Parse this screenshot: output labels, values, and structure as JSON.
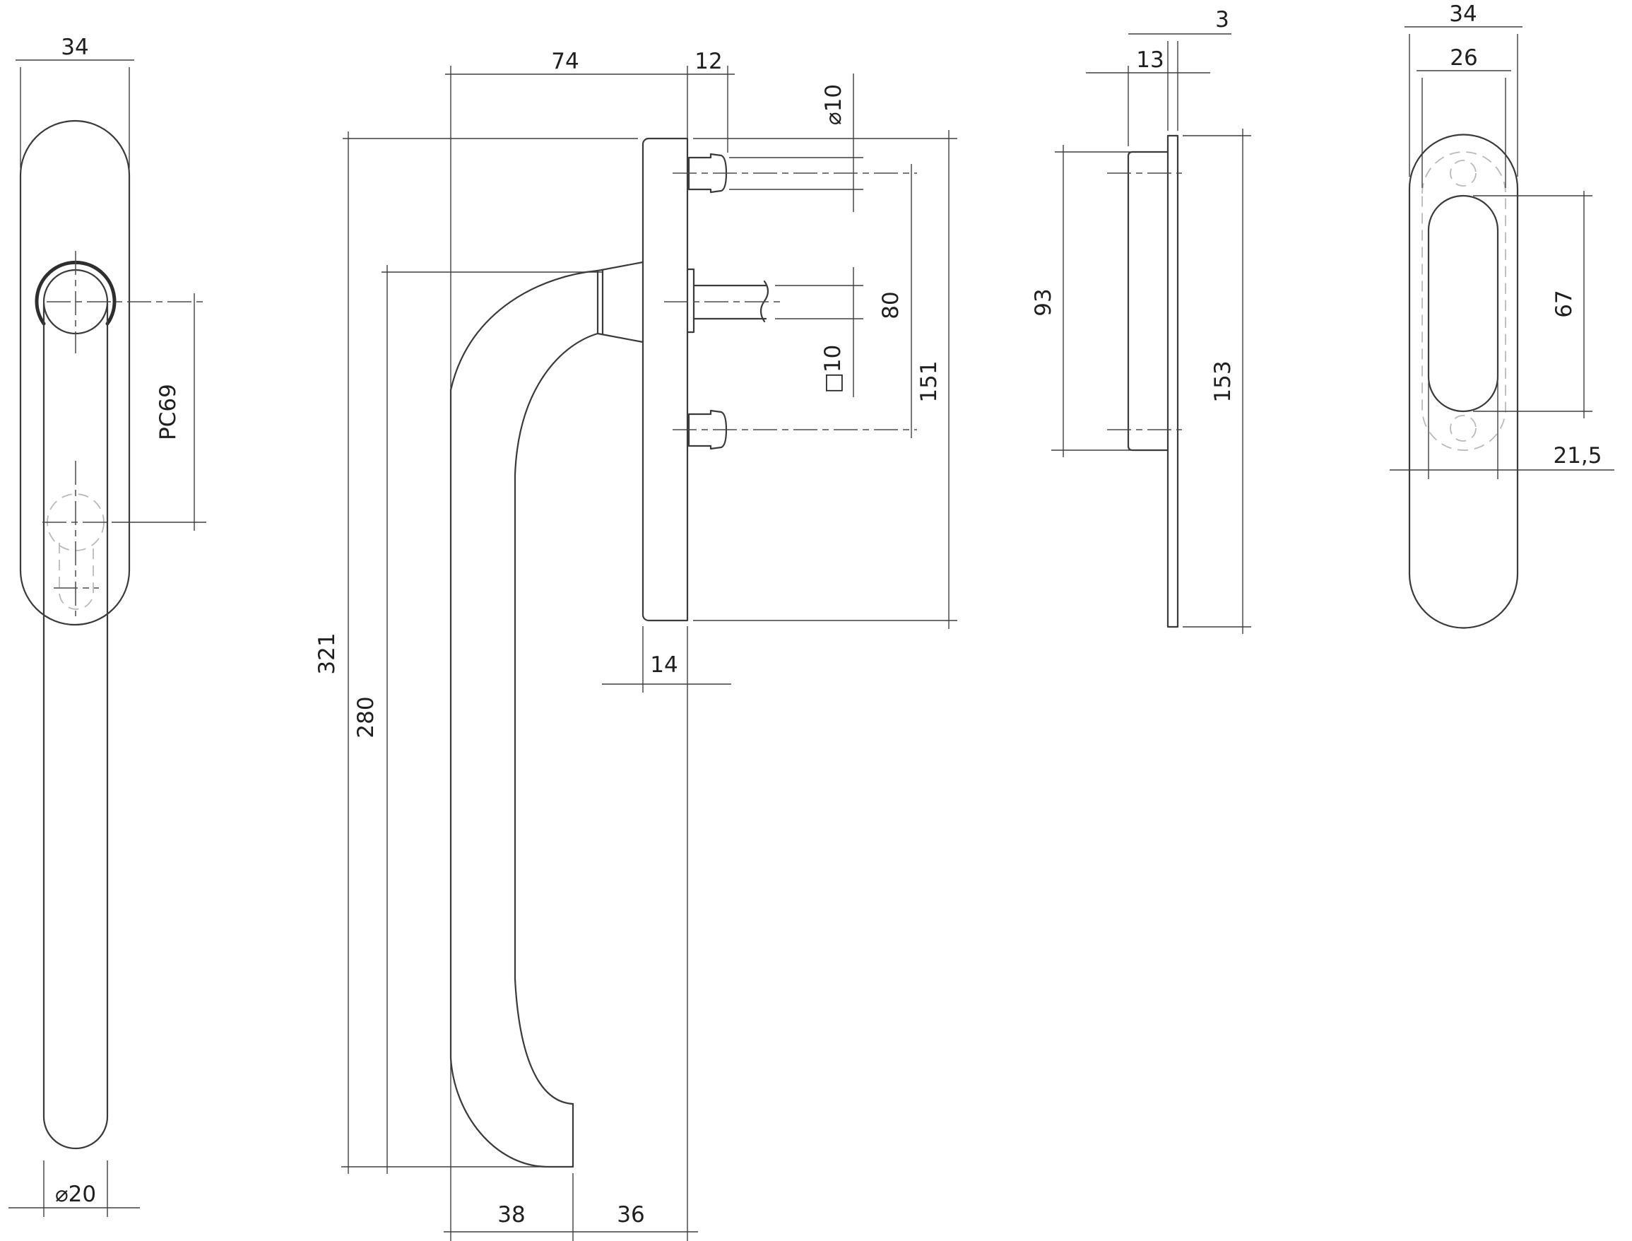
{
  "dims": {
    "v1_plate_width": "34",
    "v1_cylinder_cc": "PC69",
    "v1_tube_dia": "⌀20",
    "v2_offset": "74",
    "v2_screw_len": "12",
    "v2_screw_dia": "⌀10",
    "v2_screw_cc": "80",
    "v2_plate_height": "151",
    "v2_spindle": "□10",
    "v2_total_height": "321",
    "v2_grip_height": "280",
    "v2_plate_thickness": "14",
    "v2_bottom_offset1": "38",
    "v2_bottom_offset2": "36",
    "v3_plate_thickness": "3",
    "v3_cup_depth": "13",
    "v3_cup_height": "93",
    "v3_plate_height": "153",
    "v4_plate_width": "34",
    "v4_cup_width": "26",
    "v4_recess_height": "67",
    "v4_recess_width": "21,5"
  }
}
